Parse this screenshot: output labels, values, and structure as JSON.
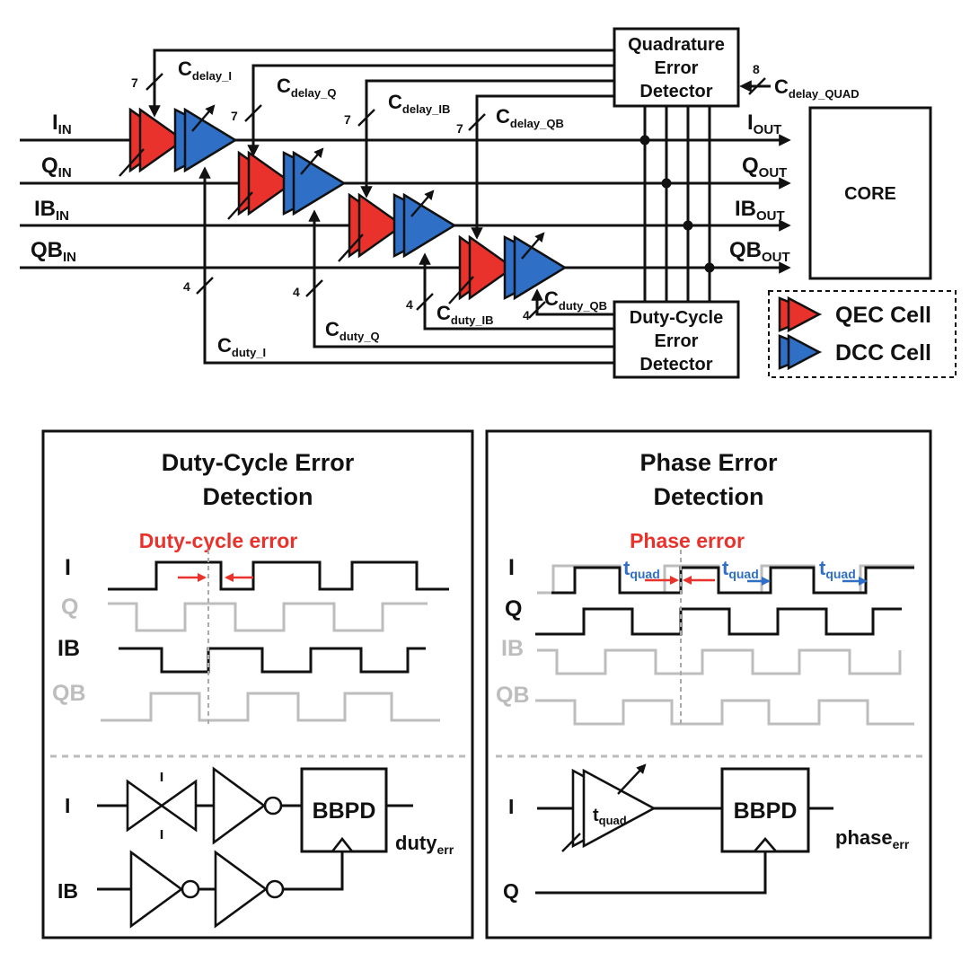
{
  "top": {
    "inputs": [
      {
        "main": "I",
        "sub": "IN"
      },
      {
        "main": "Q",
        "sub": "IN"
      },
      {
        "main": "IB",
        "sub": "IN"
      },
      {
        "main": "QB",
        "sub": "IN"
      }
    ],
    "outputs": [
      {
        "main": "I",
        "sub": "OUT"
      },
      {
        "main": "Q",
        "sub": "OUT"
      },
      {
        "main": "IB",
        "sub": "OUT"
      },
      {
        "main": "QB",
        "sub": "OUT"
      }
    ],
    "delay_ctrl": [
      {
        "main": "C",
        "sub": "delay_I",
        "bits": "7"
      },
      {
        "main": "C",
        "sub": "delay_Q",
        "bits": "7"
      },
      {
        "main": "C",
        "sub": "delay_IB",
        "bits": "7"
      },
      {
        "main": "C",
        "sub": "delay_QB",
        "bits": "7"
      }
    ],
    "duty_ctrl": [
      {
        "main": "C",
        "sub": "duty_I",
        "bits": "4"
      },
      {
        "main": "C",
        "sub": "duty_Q",
        "bits": "4"
      },
      {
        "main": "C",
        "sub": "duty_IB",
        "bits": "4"
      },
      {
        "main": "C",
        "sub": "duty_QB",
        "bits": "4"
      }
    ],
    "quad_ctrl": {
      "main": "C",
      "sub": "delay_QUAD",
      "bits": "8"
    },
    "qed_lines": [
      "Quadrature",
      "Error",
      "Detector"
    ],
    "dced_lines": [
      "Duty-Cycle",
      "Error",
      "Detector"
    ],
    "core": "CORE",
    "legend": {
      "qec": "QEC Cell",
      "dcc": "DCC Cell"
    },
    "colors": {
      "qec": "#e8322b",
      "dcc": "#2f6fc6"
    }
  },
  "duty_panel": {
    "title_lines": [
      "Duty-Cycle Error",
      "Detection"
    ],
    "error_label": "Duty-cycle error",
    "signals": [
      "I",
      "Q",
      "IB",
      "QB"
    ],
    "circuit": {
      "in1": "I",
      "in2": "IB",
      "block": "BBPD",
      "out_main": "duty",
      "out_sub": "err"
    }
  },
  "phase_panel": {
    "title_lines": [
      "Phase Error",
      "Detection"
    ],
    "error_label": "Phase error",
    "signals": [
      "I",
      "Q",
      "IB",
      "QB"
    ],
    "tquad": {
      "main": "t",
      "sub": "quad"
    },
    "circuit": {
      "in1": "I",
      "in2": "Q",
      "block": "BBPD",
      "out_main": "phase",
      "out_sub": "err",
      "delay_main": "t",
      "delay_sub": "quad"
    }
  }
}
